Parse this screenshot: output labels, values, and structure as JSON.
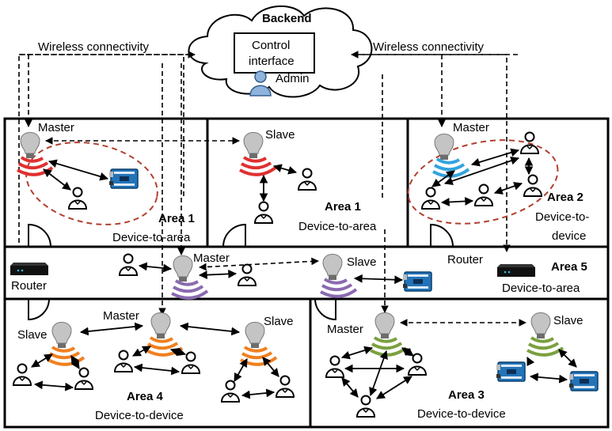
{
  "backend": {
    "title": "Backend",
    "control_line1": "Control",
    "control_line2": "interface",
    "admin": "Admin"
  },
  "links": {
    "wireless_left": "Wireless connectivity",
    "wireless_right": "Wireless connectivity"
  },
  "areas": {
    "area1_left": {
      "name": "Area 1",
      "type": "Device-to-area",
      "master": "Master"
    },
    "area1_right": {
      "name": "Area 1",
      "type": "Device-to-area",
      "slave": "Slave"
    },
    "area2": {
      "name": "Area 2",
      "type_line1": "Device-to-",
      "type_line2": "device",
      "master": "Master"
    },
    "area5": {
      "name": "Area 5",
      "type": "Device-to-area",
      "master": "Master",
      "slave": "Slave"
    },
    "area4": {
      "name": "Area 4",
      "type": "Device-to-device",
      "slave_left": "Slave",
      "master": "Master",
      "slave_right": "Slave"
    },
    "area3": {
      "name": "Area 3",
      "type": "Device-to-device",
      "master": "Master",
      "slave": "Slave"
    }
  },
  "routers": {
    "left": "Router",
    "right": "Router"
  },
  "colors": {
    "red_signal": "#e03030",
    "blue_signal": "#33a3dd",
    "purple_signal": "#8a6bb0",
    "orange_signal": "#f08020",
    "green_signal": "#7aa040",
    "ellipse": "#b04030",
    "bulb": "#bdbdbd",
    "board": "#1f6fb8"
  }
}
